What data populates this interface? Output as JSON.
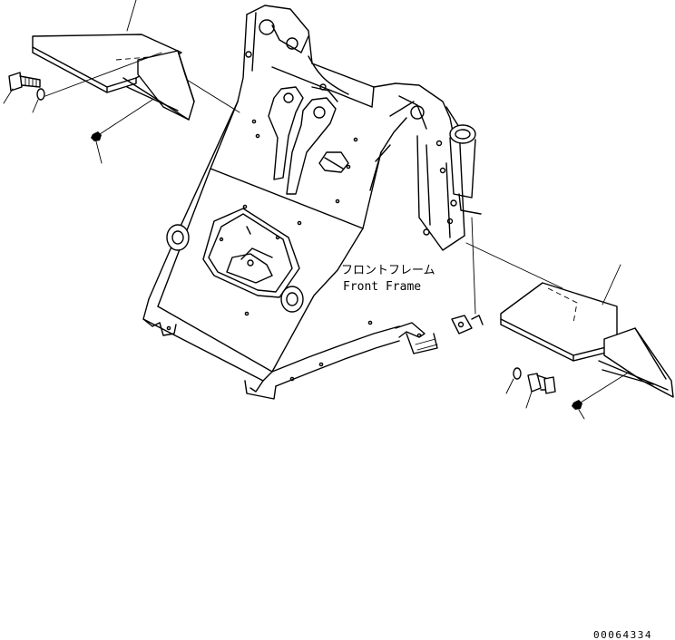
{
  "labels": {
    "part_name_ja": "フロントフレーム",
    "part_name_en": "Front Frame",
    "drawing_code": "00064334"
  }
}
